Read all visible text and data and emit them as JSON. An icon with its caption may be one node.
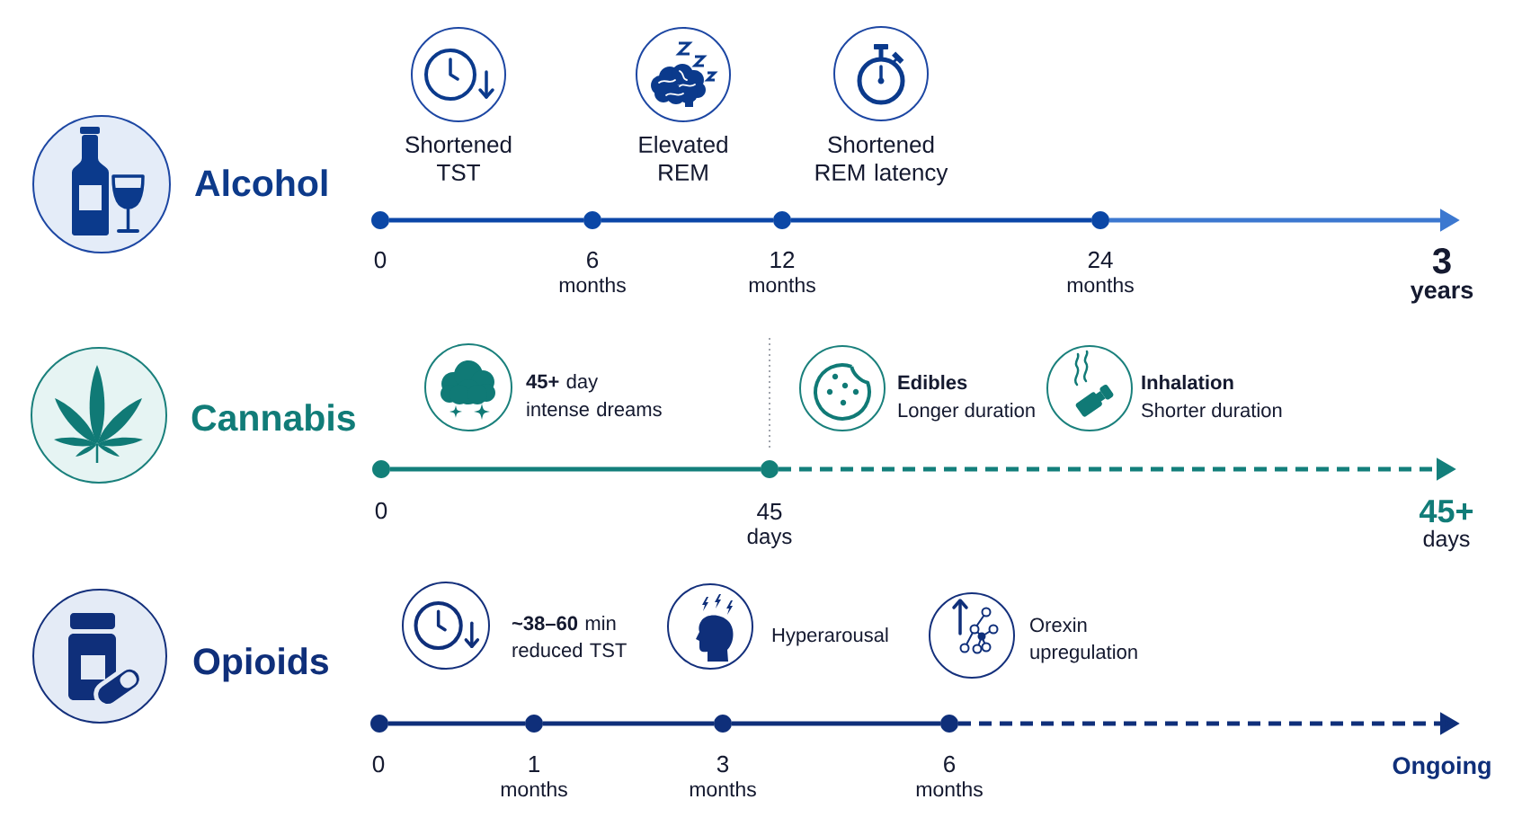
{
  "diagram": {
    "nodes": [
      {
        "text": [
          "Alcohol"
        ]
      },
      {
        "text": [
          "Shortened TST"
        ]
      },
      {
        "text": [
          "Elevated REM"
        ]
      },
      {
        "text": [
          "Shortened REM latency"
        ]
      },
      {
        "text": [],
        "shape": "circle",
        "beside": [
          "0"
        ]
      },
      {
        "text": [],
        "shape": "circle",
        "beside": [
          "6",
          "months"
        ]
      },
      {
        "text": [],
        "shape": "circle",
        "beside": [
          "12",
          "months"
        ]
      },
      {
        "text": [],
        "shape": "circle",
        "beside": [
          "24",
          "months"
        ]
      },
      {
        "text": [
          "Cannabis"
        ]
      },
      {
        "text": [
          "**45+** day intense dreams"
        ]
      },
      {
        "text": [
          "Edibles",
          "Longer duration"
        ]
      },
      {
        "text": [
          "Inhalation",
          "Shorter duration"
        ]
      },
      {
        "text": [],
        "shape": "circle",
        "beside": [
          "0"
        ]
      },
      {
        "text": [],
        "shape": "circle",
        "beside": [
          "45",
          "days"
        ]
      },
      {
        "text": [
          "Opioids"
        ]
      },
      {
        "text": [
          "**~38–60** min reduced TST"
        ]
      },
      {
        "text": [
          "Hyperarousal"
        ]
      },
      {
        "text": [
          "Orexin upregulation"
        ]
      },
      {
        "text": [],
        "shape": "circle",
        "beside": [
          "0"
        ]
      },
      {
        "text": [],
        "shape": "circle",
        "beside": [
          "1",
          "months"
        ]
      },
      {
        "text": [],
        "shape": "circle",
        "beside": [
          "3",
          "months"
        ]
      },
      {
        "text": [],
        "shape": "circle",
        "beside": [
          "6",
          "months"
        ]
      }
    ],
    "edges": [
      {
        "from": 4,
        "to": 5,
        "arrow": "none",
        "color": "#0b46a8"
      },
      {
        "from": 5,
        "to": 6,
        "arrow": "none",
        "color": "#0b46a8"
      },
      {
        "from": 6,
        "to": 7,
        "arrow": "none",
        "color": "#0b46a8"
      },
      {
        "from": 7,
        "to": null,
        "arrow": "to",
        "color": "#3c78d0"
      },
      {
        "from": 12,
        "to": 13,
        "arrow": "none",
        "color": "#137f7b"
      },
      {
        "from": 13,
        "to": null,
        "arrow": "to",
        "style": "dashed",
        "color": "#137f7b"
      },
      {
        "from": 18,
        "to": 19,
        "arrow": "none"
      },
      {
        "from": 19,
        "to": 20,
        "arrow": "none"
      },
      {
        "from": 20,
        "to": 21,
        "arrow": "none"
      },
      {
        "from": 21,
        "to": null,
        "arrow": "to",
        "style": "dashed"
      }
    ],
    "labels": [
      "3",
      "years",
      "45+",
      "days",
      "Ongoing"
    ]
  }
}
